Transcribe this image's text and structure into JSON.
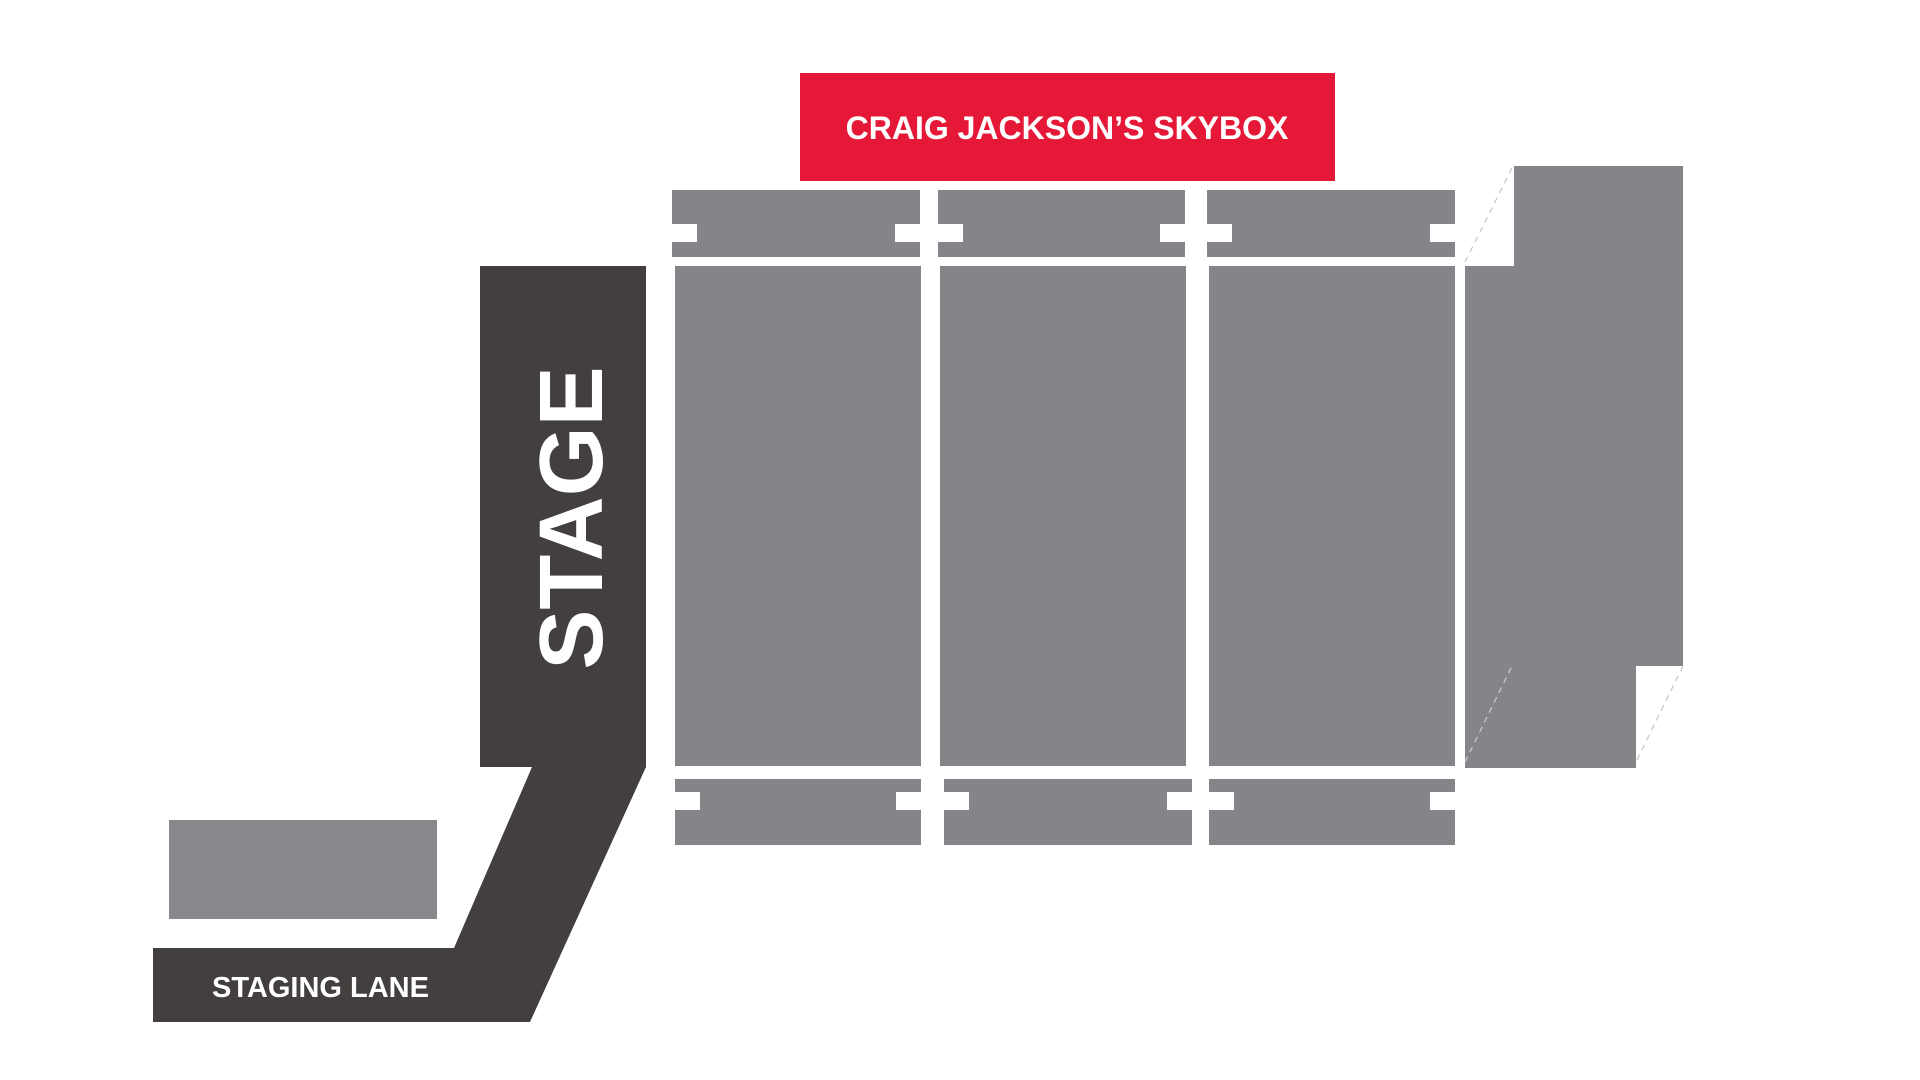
{
  "map": {
    "skybox_label": "CRAIG JACKSON’S SKYBOX",
    "stage_label": "STAGE",
    "staging_lane_label": "STAGING LANE"
  },
  "colors": {
    "skybox": "#e51937",
    "stage": "#433f3e",
    "seating_section": "#848588",
    "background": "#ffffff"
  }
}
